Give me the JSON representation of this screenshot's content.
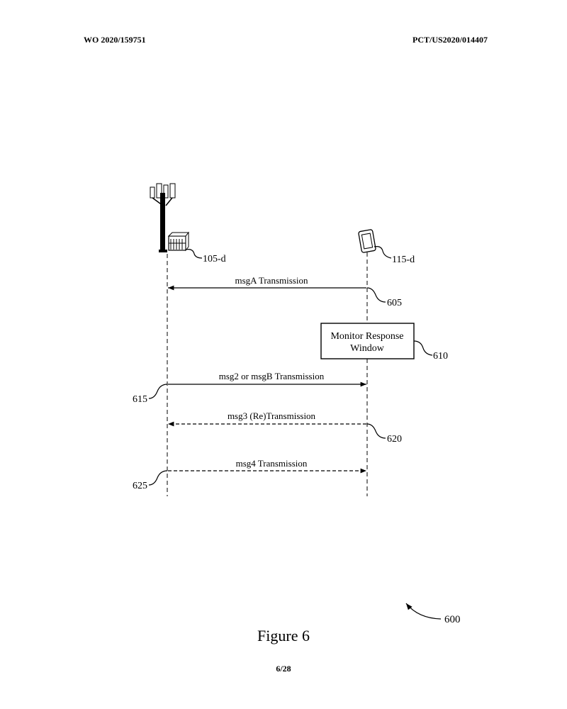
{
  "header": {
    "left": "WO 2020/159751",
    "right": "PCT/US2020/014407"
  },
  "entities": {
    "base_station": {
      "label": "105-d",
      "icon": "cell-tower-icon"
    },
    "ue": {
      "label": "115-d",
      "icon": "mobile-device-icon"
    }
  },
  "messages": [
    {
      "ref": "605",
      "label": "msgA Transmission",
      "direction": "ue-to-base",
      "style": "solid"
    },
    {
      "ref": "615",
      "label": "msg2 or msgB Transmission",
      "direction": "base-to-ue",
      "style": "solid"
    },
    {
      "ref": "620",
      "label": "msg3 (Re)Transmission",
      "direction": "ue-to-base",
      "style": "dashed"
    },
    {
      "ref": "625",
      "label": "msg4 Transmission",
      "direction": "base-to-ue",
      "style": "dashed"
    }
  ],
  "process_box": {
    "ref": "610",
    "line1": "Monitor Response",
    "line2": "Window"
  },
  "figure_ref": "600",
  "caption": "Figure 6",
  "page_number": "6/28"
}
